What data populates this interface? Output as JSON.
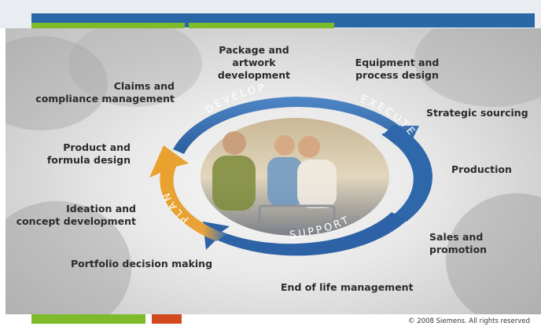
{
  "cycle": {
    "phases": [
      "DEVELOP",
      "EXECUTE",
      "SUPPORT",
      "PLAN"
    ]
  },
  "activities": {
    "package_artwork": "Package and\nartwork development",
    "equipment_process": "Equipment and\nprocess design",
    "claims_compliance": "Claims and\ncompliance management",
    "strategic_sourcing": "Strategic sourcing",
    "product_formula": "Product and\nformula design",
    "production": "Production",
    "ideation_concept": "Ideation and\nconcept development",
    "sales_promotion": "Sales and\npromotion",
    "portfolio_decision": "Portfolio decision making",
    "end_of_life": "End of life management"
  },
  "footer": {
    "copyright": "© 2008 Siemens. All rights reserved"
  },
  "colors": {
    "ring_blue": "#2f6db1",
    "ring_blue_light": "#5a91cf",
    "ring_orange": "#e9a12e",
    "ring_text": "#ffffff",
    "accent_green": "#7dbb2a",
    "accent_red": "#d34a1e"
  }
}
